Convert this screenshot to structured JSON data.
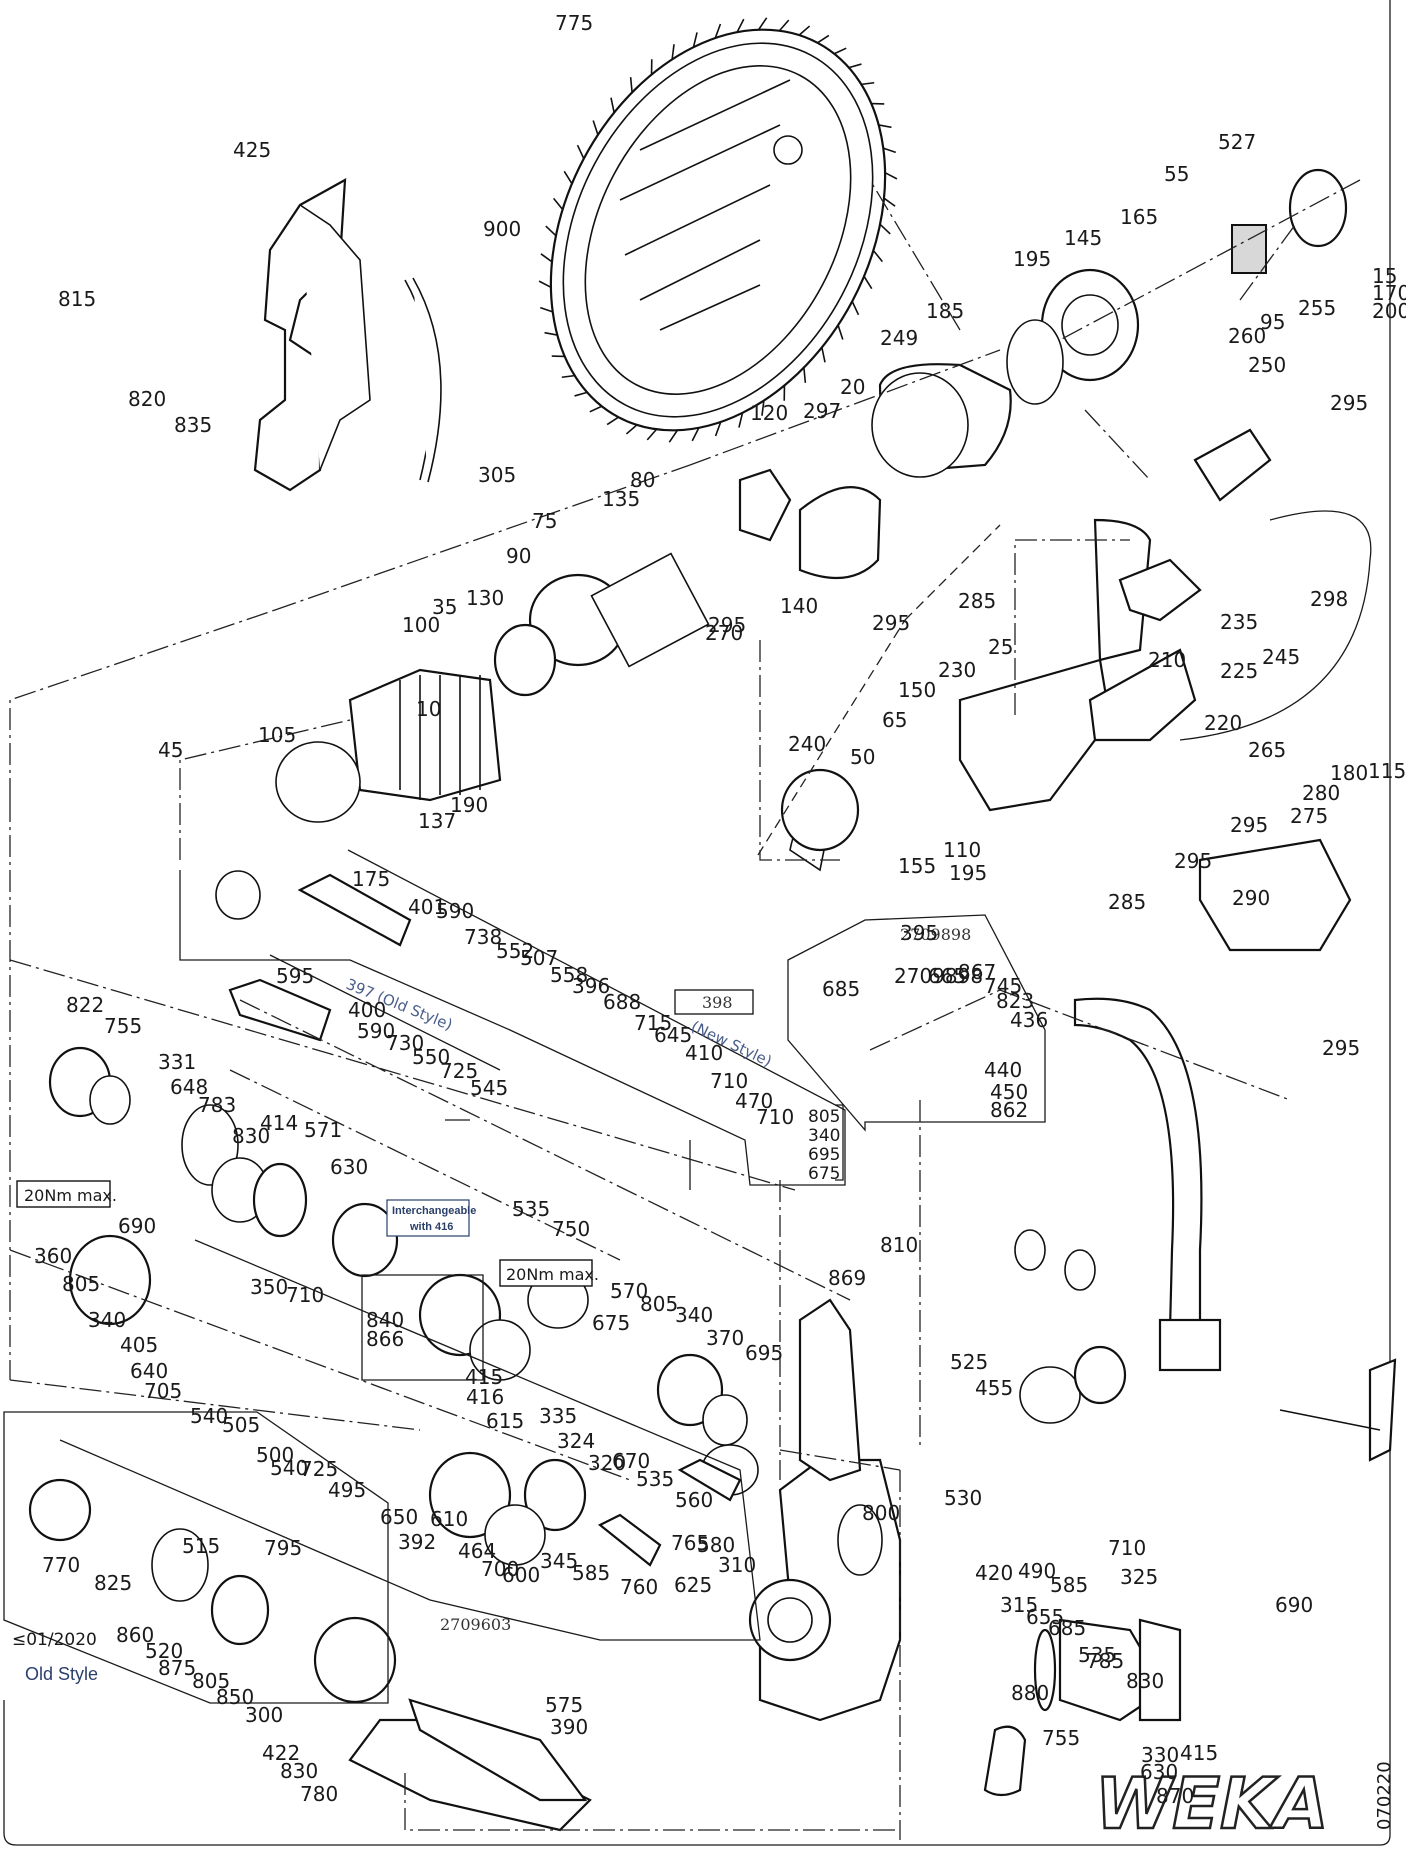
{
  "brand": "WEKA",
  "drawing_number": "070220",
  "torque_notes": [
    "20Nm max.",
    "20Nm max."
  ],
  "annotations": {
    "old_style_label": "397 (Old Style)",
    "new_style_box": "398",
    "new_style_label": "(New Style)",
    "interchangeable_line1": "Interchangeable",
    "interchangeable_line2": "with 416",
    "kit_2709898": "2709898",
    "kit_2709603": "2709603",
    "date_note": "≤01/2020",
    "old_style_caption": "Old Style"
  },
  "stack_805": [
    "805",
    "340",
    "695",
    "675"
  ],
  "part_labels": [
    "775",
    "900",
    "425",
    "815",
    "820",
    "835",
    "305",
    "527",
    "55",
    "165",
    "145",
    "195",
    "15",
    "170",
    "200",
    "185",
    "95",
    "255",
    "260",
    "250",
    "249",
    "20",
    "297",
    "120",
    "80",
    "135",
    "75",
    "90",
    "35",
    "130",
    "100",
    "10",
    "105",
    "45",
    "137",
    "190",
    "140",
    "295",
    "285",
    "295",
    "270",
    "295",
    "298",
    "235",
    "245",
    "210",
    "225",
    "230",
    "25",
    "150",
    "65",
    "240",
    "50",
    "110",
    "155",
    "195",
    "220",
    "265",
    "180",
    "115",
    "280",
    "275",
    "295",
    "295",
    "285",
    "290",
    "295",
    "175",
    "401",
    "590",
    "738",
    "552",
    "507",
    "558",
    "396",
    "688",
    "715",
    "645",
    "410",
    "710",
    "470",
    "710",
    "595",
    "400",
    "590",
    "730",
    "550",
    "725",
    "545",
    "395",
    "2709898",
    "665",
    "867",
    "745",
    "685",
    "823",
    "436",
    "440",
    "450",
    "862",
    "822",
    "755",
    "331",
    "648",
    "783",
    "830",
    "414",
    "571",
    "630",
    "690",
    "360",
    "805",
    "340",
    "405",
    "640",
    "350",
    "710",
    "535",
    "750",
    "840",
    "866",
    "415",
    "416",
    "570",
    "805",
    "340",
    "370",
    "695",
    "675",
    "869",
    "810",
    "525",
    "455",
    "615",
    "335",
    "324",
    "320",
    "670",
    "535",
    "560",
    "705",
    "540",
    "505",
    "500",
    "540",
    "725",
    "495",
    "650",
    "392",
    "610",
    "464",
    "700",
    "600",
    "345",
    "585",
    "760",
    "625",
    "765",
    "580",
    "310",
    "800",
    "530",
    "420",
    "490",
    "585",
    "325",
    "315",
    "655",
    "685",
    "880",
    "755",
    "330",
    "630",
    "870",
    "690",
    "710",
    "535",
    "785",
    "830",
    "415",
    "770",
    "825",
    "515",
    "795",
    "860",
    "520",
    "875",
    "805",
    "850",
    "300",
    "422",
    "830",
    "780",
    "575",
    "390"
  ]
}
